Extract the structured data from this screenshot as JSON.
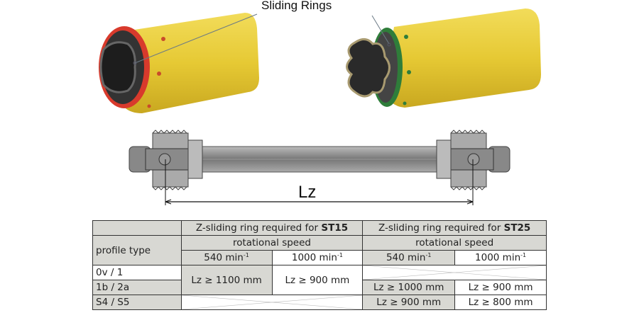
{
  "illustration": {
    "callout_label": "Sliding Rings",
    "left_ring_color": "#d83a2c",
    "right_ring_color": "#2f7d3a",
    "tube_color": "#e8cc3a",
    "dimension_label": "Lz"
  },
  "table": {
    "header_st15_prefix": "Z-sliding ring required for ",
    "header_st15_model": "ST15",
    "header_st25_prefix": "Z-sliding ring required for ",
    "header_st25_model": "ST25",
    "profile_type_label": "profile type",
    "rotational_speed_label": "rotational speed",
    "speed_540": "540 min",
    "speed_1000": "1000 min",
    "speed_unit_exp": "-1",
    "rows": [
      {
        "profile": "0v / 1"
      },
      {
        "profile": "1b / 2a"
      },
      {
        "profile": "S4 / S5"
      }
    ],
    "st15_540_ov1_1b2a": "Lz ≥ 1100 mm",
    "st15_1000_ov1_1b2a": "Lz ≥ 900 mm",
    "st25_540_1b2a": "Lz ≥ 1000 mm",
    "st25_1000_1b2a": "Lz ≥ 900 mm",
    "st25_540_s4s5": "Lz ≥ 900 mm",
    "st25_1000_s4s5": "Lz ≥ 800 mm"
  }
}
